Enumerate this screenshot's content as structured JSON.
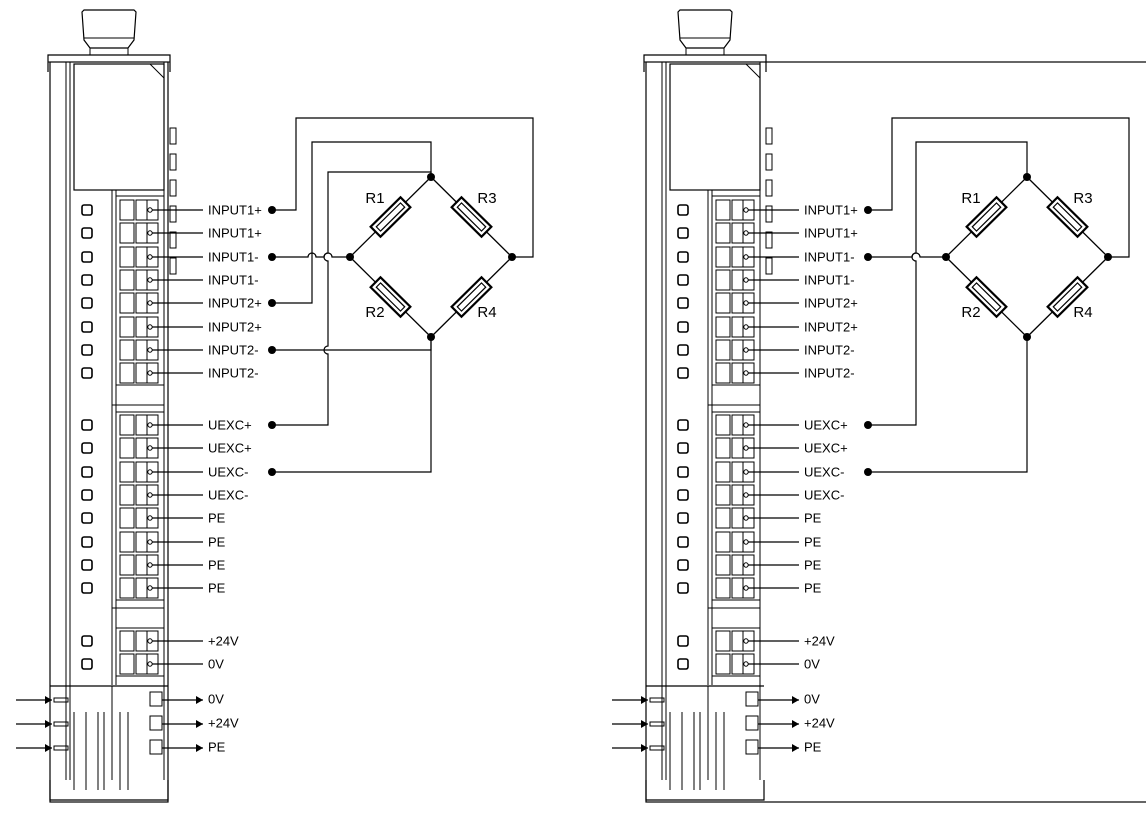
{
  "terminal_labels": [
    "INPUT1+",
    "INPUT1+",
    "INPUT1-",
    "INPUT1-",
    "INPUT2+",
    "INPUT2+",
    "INPUT2-",
    "INPUT2-",
    "UEXC+",
    "UEXC+",
    "UEXC-",
    "UEXC-",
    "PE",
    "PE",
    "PE",
    "PE",
    "+24V",
    "0V"
  ],
  "power_labels": [
    "0V",
    "+24V",
    "PE"
  ],
  "resistors": [
    "R1",
    "R2",
    "R3",
    "R4"
  ],
  "diagrams": [
    {
      "wiring": "6-wire",
      "wired_terminals": [
        "INPUT1+",
        "INPUT1-",
        "INPUT2+",
        "INPUT2-",
        "UEXC+",
        "UEXC-"
      ]
    },
    {
      "wiring": "4-wire",
      "wired_terminals": [
        "INPUT1+",
        "INPUT1-",
        "UEXC+",
        "UEXC-"
      ]
    }
  ],
  "colors": {
    "line": "#000000",
    "background": "#ffffff"
  }
}
